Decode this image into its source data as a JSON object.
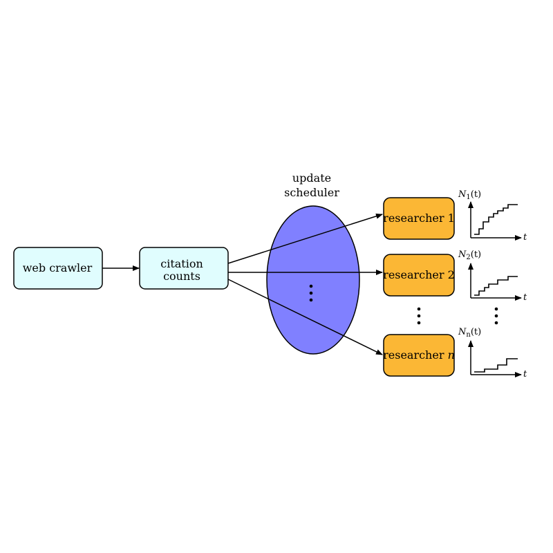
{
  "title": "",
  "nodes": {
    "web_crawler": "web crawler",
    "citation_counts": [
      "citation",
      "counts"
    ],
    "scheduler": [
      "update",
      "scheduler"
    ],
    "researchers": [
      {
        "prefix": "researcher ",
        "index": "1"
      },
      {
        "prefix": "researcher ",
        "index": "2"
      },
      {
        "prefix": "researcher ",
        "index": "n"
      }
    ]
  },
  "plots": [
    {
      "y_label": "N",
      "sub": "1",
      "y_arg": "(t)",
      "x_label": "t"
    },
    {
      "y_label": "N",
      "sub": "2",
      "y_arg": "(t)",
      "x_label": "t"
    },
    {
      "y_label": "N",
      "sub": "n",
      "y_arg": "(t)",
      "x_label": "t"
    }
  ],
  "colors": {
    "crawler_fill": "#e0fdfe",
    "researcher_fill": "#fbb735",
    "scheduler_fill": "#8080ff",
    "stroke": "#000000"
  }
}
